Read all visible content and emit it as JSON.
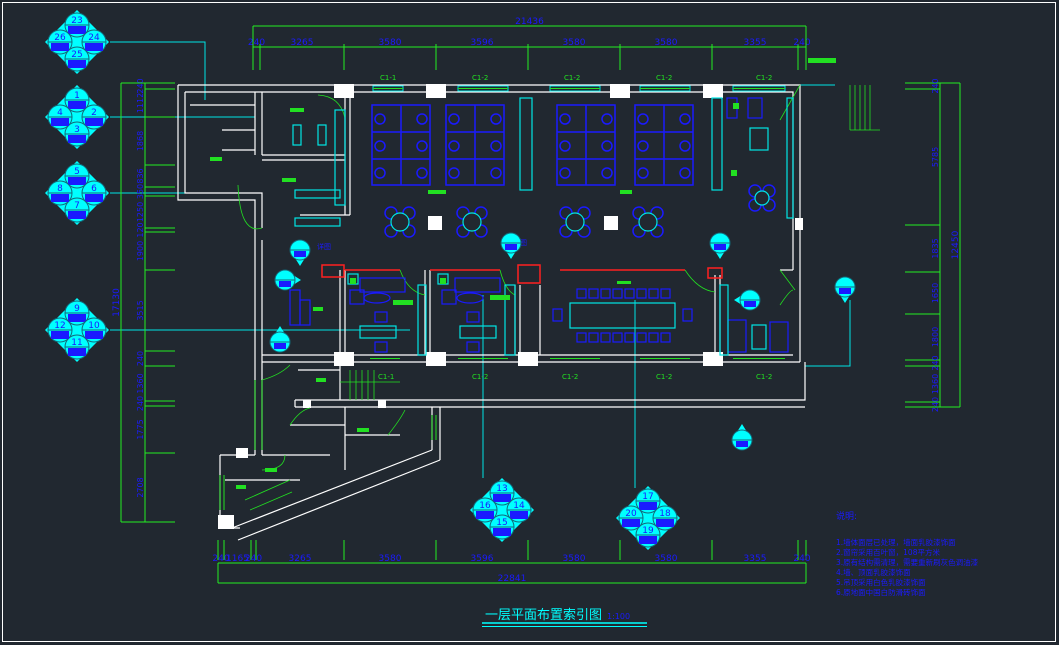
{
  "drawing": {
    "title": "一层平面布置索引图",
    "scale": "1:100"
  },
  "colors": {
    "background": "#212830",
    "wall": "#ffffff",
    "dimension": "#22ee22",
    "dimension_text": "#1a1aff",
    "furniture": "#1a1aff",
    "index": "#00ffff",
    "partition": "#ff2020"
  },
  "dimensions": {
    "top_total": "21436",
    "top_segments": [
      "240",
      "3265",
      "3580",
      "3596",
      "3580",
      "3580",
      "3355",
      "240"
    ],
    "bottom_total": "22841",
    "bottom_segments": [
      "240",
      "1165",
      "240",
      "3265",
      "3580",
      "3596",
      "3580",
      "3580",
      "3355",
      "240"
    ],
    "left_total": "17130",
    "left_segments": [
      "240",
      "1112",
      "1868",
      "836",
      "350",
      "1250",
      "120",
      "1900",
      "3515",
      "240",
      "1360",
      "240",
      "1775",
      "2708"
    ],
    "right_total": "12450",
    "right_segments": [
      "240",
      "5785",
      "1835",
      "1650",
      "1800",
      "240",
      "1360",
      "240"
    ]
  },
  "windows": {
    "top": [
      "C1-1",
      "C1-2",
      "C1-2",
      "C1-2",
      "C1-2"
    ],
    "bottom": [
      "C1-1",
      "C1-2",
      "C1-2",
      "C1-2",
      "C1-2"
    ]
  },
  "index_symbols": [
    {
      "numbers": [
        "23",
        "24",
        "25",
        "26"
      ]
    },
    {
      "numbers": [
        "1",
        "2",
        "3",
        "4"
      ]
    },
    {
      "numbers": [
        "5",
        "6",
        "7",
        "8"
      ]
    },
    {
      "numbers": [
        "9",
        "10",
        "11",
        "12"
      ]
    },
    {
      "numbers": [
        "13",
        "14",
        "15",
        "16"
      ]
    },
    {
      "numbers": [
        "17",
        "18",
        "19",
        "20"
      ]
    }
  ],
  "detail_labels": [
    "详图",
    "详图"
  ],
  "notes": {
    "heading": "说明:",
    "items": [
      "1.墙体面层已处理，墙面乳胶漆饰面",
      "2.窗帘采用百叶窗，108平方米",
      "3.原有结构需清理，需要重新刷灰色调油漆",
      "4.墙、顶面乳胶漆饰面",
      "5.吊顶采用白色乳胶漆饰面",
      "6.原地面中国白防滑砖饰面"
    ]
  }
}
